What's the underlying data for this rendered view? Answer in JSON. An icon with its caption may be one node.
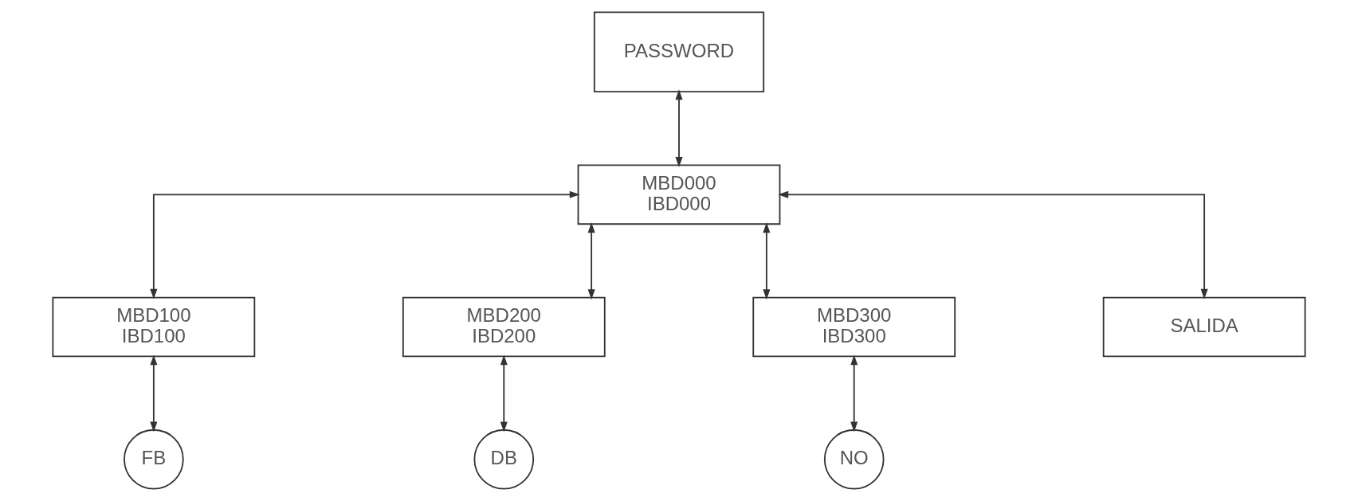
{
  "diagram": {
    "nodes": [
      {
        "text": [
          "PASSWORD"
        ]
      },
      {
        "text": [
          "MBD000",
          "IBD000"
        ]
      },
      {
        "text": [
          "MBD100",
          "IBD100"
        ]
      },
      {
        "text": [
          "MBD200",
          "IBD200"
        ]
      },
      {
        "text": [
          "MBD300",
          "IBD300"
        ]
      },
      {
        "text": [
          "SALIDA"
        ]
      },
      {
        "text": [
          "FB"
        ]
      },
      {
        "text": [
          "DB"
        ]
      },
      {
        "text": [
          "NO"
        ]
      }
    ],
    "edges": [
      {
        "from": 0,
        "to": 1,
        "arrow": "both"
      },
      {
        "from": 1,
        "to": 2,
        "arrow": "both"
      },
      {
        "from": 1,
        "to": 3,
        "arrow": "both"
      },
      {
        "from": 1,
        "to": 4,
        "arrow": "both"
      },
      {
        "from": 1,
        "to": 5,
        "arrow": "both"
      },
      {
        "from": 2,
        "to": 6,
        "arrow": "both"
      },
      {
        "from": 3,
        "to": 7,
        "arrow": "both"
      },
      {
        "from": 4,
        "to": 8,
        "arrow": "both"
      }
    ]
  }
}
